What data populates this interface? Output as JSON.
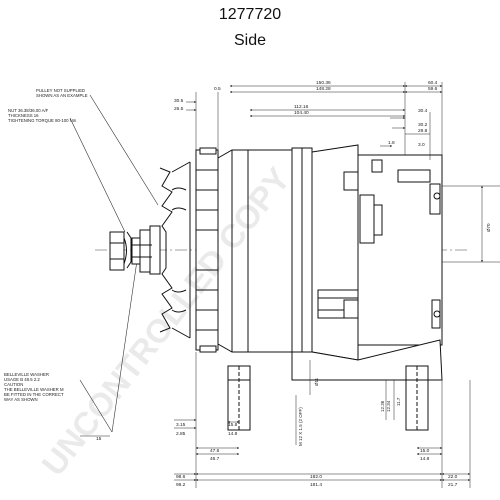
{
  "title": "1277720",
  "subtitle": "Side",
  "notes": {
    "pulley": "PULLEY NOT SUPPLIED\nSHOWN AS AN EXAMPLE",
    "nut": "NUT 36.38/36.00 A/F\nTHICKNESS 16\nTIGHTENING TORQUE 80-100 Nm",
    "washer": "BELLEVILLE WASHER\nUSAGE B 48.5 2.2\nCAUTION\nTHE BELLEVILLE WASHER M\nBE FITTED IN THE CORRECT\nWAY AS SHOWN"
  },
  "dimensions": {
    "top_left_30_5": "30.5",
    "top_left_26_5": "26.5",
    "top_0_5": "0.5",
    "top_150_36": "150.36",
    "top_148_28": "148.28",
    "top_60_4": "60.4",
    "top_59_6": "59.6",
    "top_112_16": "112.16",
    "top_104_40": "104.40",
    "top_30_4": "30.4",
    "top_30_2": "30.2",
    "top_29_8": "29.8",
    "top_1_8": "1.8",
    "top_3_0": "3.0",
    "right_70": "Ø70",
    "vert_11": "Ø11",
    "vert_m12": "M 12 X 1.5 (2 OFF)",
    "vert_12_36": "12.36",
    "vert_11_7": "11.7",
    "vert_12_34": "12.34",
    "b_3_15": "3.15",
    "b_2_85": "2.85",
    "b_15_8": "15.8",
    "b_14_8": "14.8",
    "b_47_6": "47.6",
    "b_46_7": "46.7",
    "b_15_0": "15.0",
    "b_14_8b": "14.8",
    "b_98_6": "98.6",
    "b_98_2": "98.2",
    "b_182_0": "182.0",
    "b_181_4": "181.4",
    "b_22_0": "22.0",
    "b_21_7": "21.7",
    "b_15": "15"
  },
  "watermark": "UNCONTROLLED COPY"
}
